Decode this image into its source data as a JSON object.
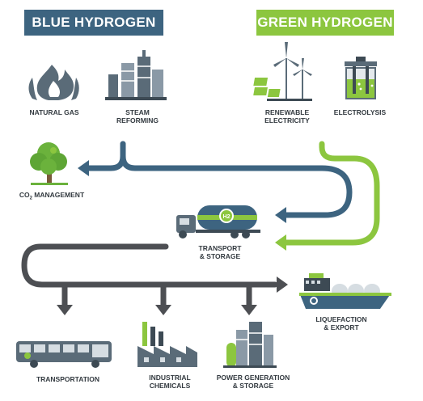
{
  "headers": {
    "blue": "BLUE HYDROGEN",
    "green": "GREEN HYDROGEN"
  },
  "labels": {
    "natural_gas": "NATURAL GAS",
    "steam_reforming": "STEAM\nREFORMING",
    "renewable_electricity": "RENEWABLE\nELECTRICITY",
    "electrolysis": "ELECTROLYSIS",
    "co2_management_prefix": "CO",
    "co2_management_sub": "2",
    "co2_management_suffix": " MANAGEMENT",
    "transport_storage": "TRANSPORT\n& STORAGE",
    "liquefaction_export": "LIQUEFACTION\n& EXPORT",
    "transportation": "TRANSPORTATION",
    "industrial_chemicals": "INDUSTRIAL\nCHEMICALS",
    "power_generation": "POWER GENERATION\n& STORAGE",
    "h2_badge": "H2"
  },
  "colors": {
    "blue": "#3d6480",
    "green": "#8cc63f",
    "dark": "#4d4f53",
    "steel": "#5a6b78",
    "light": "#d6dde2"
  },
  "icons": [
    "flame-icon",
    "refinery-icon",
    "wind-turbine-icon",
    "electrolysis-icon",
    "tree-icon",
    "tanker-truck-icon",
    "ship-icon",
    "bus-icon",
    "factory-icon",
    "power-plant-icon"
  ]
}
